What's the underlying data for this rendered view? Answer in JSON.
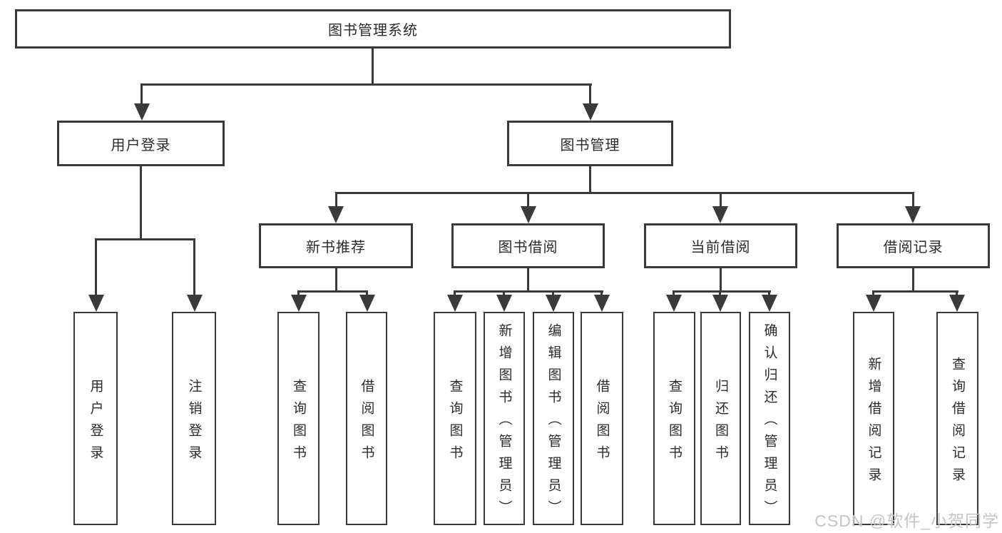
{
  "tree": {
    "root": {
      "label": "图书管理系统",
      "children": [
        {
          "label": "用户登录",
          "children": [
            {
              "label": "用户登录"
            },
            {
              "label": "注销登录"
            }
          ]
        },
        {
          "label": "图书管理",
          "children": [
            {
              "label": "新书推荐",
              "children": [
                {
                  "label": "查询图书"
                },
                {
                  "label": "借阅图书"
                }
              ]
            },
            {
              "label": "图书借阅",
              "children": [
                {
                  "label": "查询图书"
                },
                {
                  "label": "新增图书（管理员）"
                },
                {
                  "label": "编辑图书（管理员）"
                },
                {
                  "label": "借阅图书"
                }
              ]
            },
            {
              "label": "当前借阅",
              "children": [
                {
                  "label": "查询图书"
                },
                {
                  "label": "归还图书"
                },
                {
                  "label": "确认归还（管理员）"
                }
              ]
            },
            {
              "label": "借阅记录",
              "children": [
                {
                  "label": "新增借阅记录"
                },
                {
                  "label": "查询借阅记录"
                }
              ]
            }
          ]
        }
      ]
    }
  },
  "watermark": {
    "text": "CSDN @软件_小贺同学"
  },
  "colors": {
    "line": "#3a3a3a",
    "text": "#2b2b2b",
    "watermark": "#c5c5c5",
    "background": "#ffffff"
  }
}
